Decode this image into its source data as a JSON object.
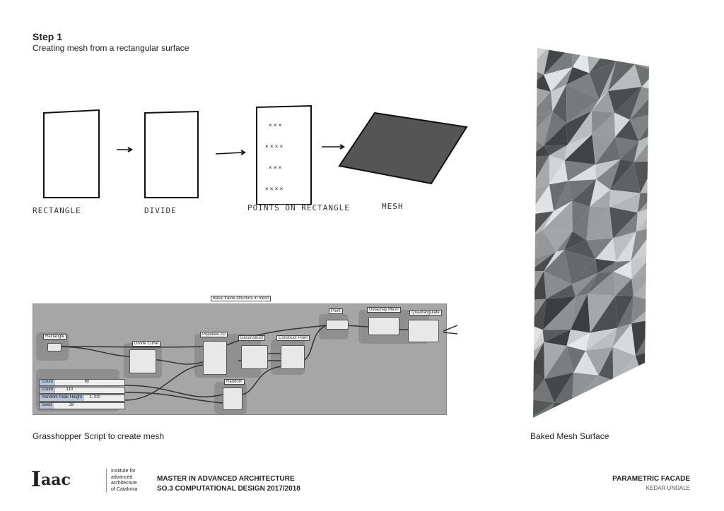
{
  "header": {
    "title": "Step 1",
    "subtitle": "Creating mesh from a rectangular surface"
  },
  "sketches": [
    {
      "label": "RECTANGLE"
    },
    {
      "label": "DIVIDE"
    },
    {
      "label": "POINTS ON RECTANGLE"
    },
    {
      "label": "MESH"
    }
  ],
  "grasshopper": {
    "group_label": "Basic frame structure in mesh",
    "components": [
      "Rectangle",
      "Divide Curve",
      "Populate 2D",
      "Deconstruct",
      "Construct Point",
      "Point",
      "Delaunay Mesh",
      "Quadrangulate",
      "Random"
    ],
    "sliders": [
      {
        "name": "Count",
        "value": "60"
      },
      {
        "name": "Count",
        "value": "110"
      },
      {
        "name": "Random Peak Height",
        "value": "1.700"
      },
      {
        "name": "Seed",
        "value": "28"
      }
    ],
    "caption": "Grasshopper Script to create mesh"
  },
  "mesh": {
    "caption": "Baked Mesh Surface"
  },
  "footer": {
    "logo": "Iaac",
    "institute": [
      "Institute for",
      "advanced",
      "architecture",
      "of Catalonia"
    ],
    "program": "MASTER IN ADVANCED ARCHITECTURE",
    "course": "SO.3 COMPUTATIONAL DESIGN 2017/2018",
    "project": "PARAMETRIC FACADE",
    "author": "KEDAR UNDALE"
  }
}
